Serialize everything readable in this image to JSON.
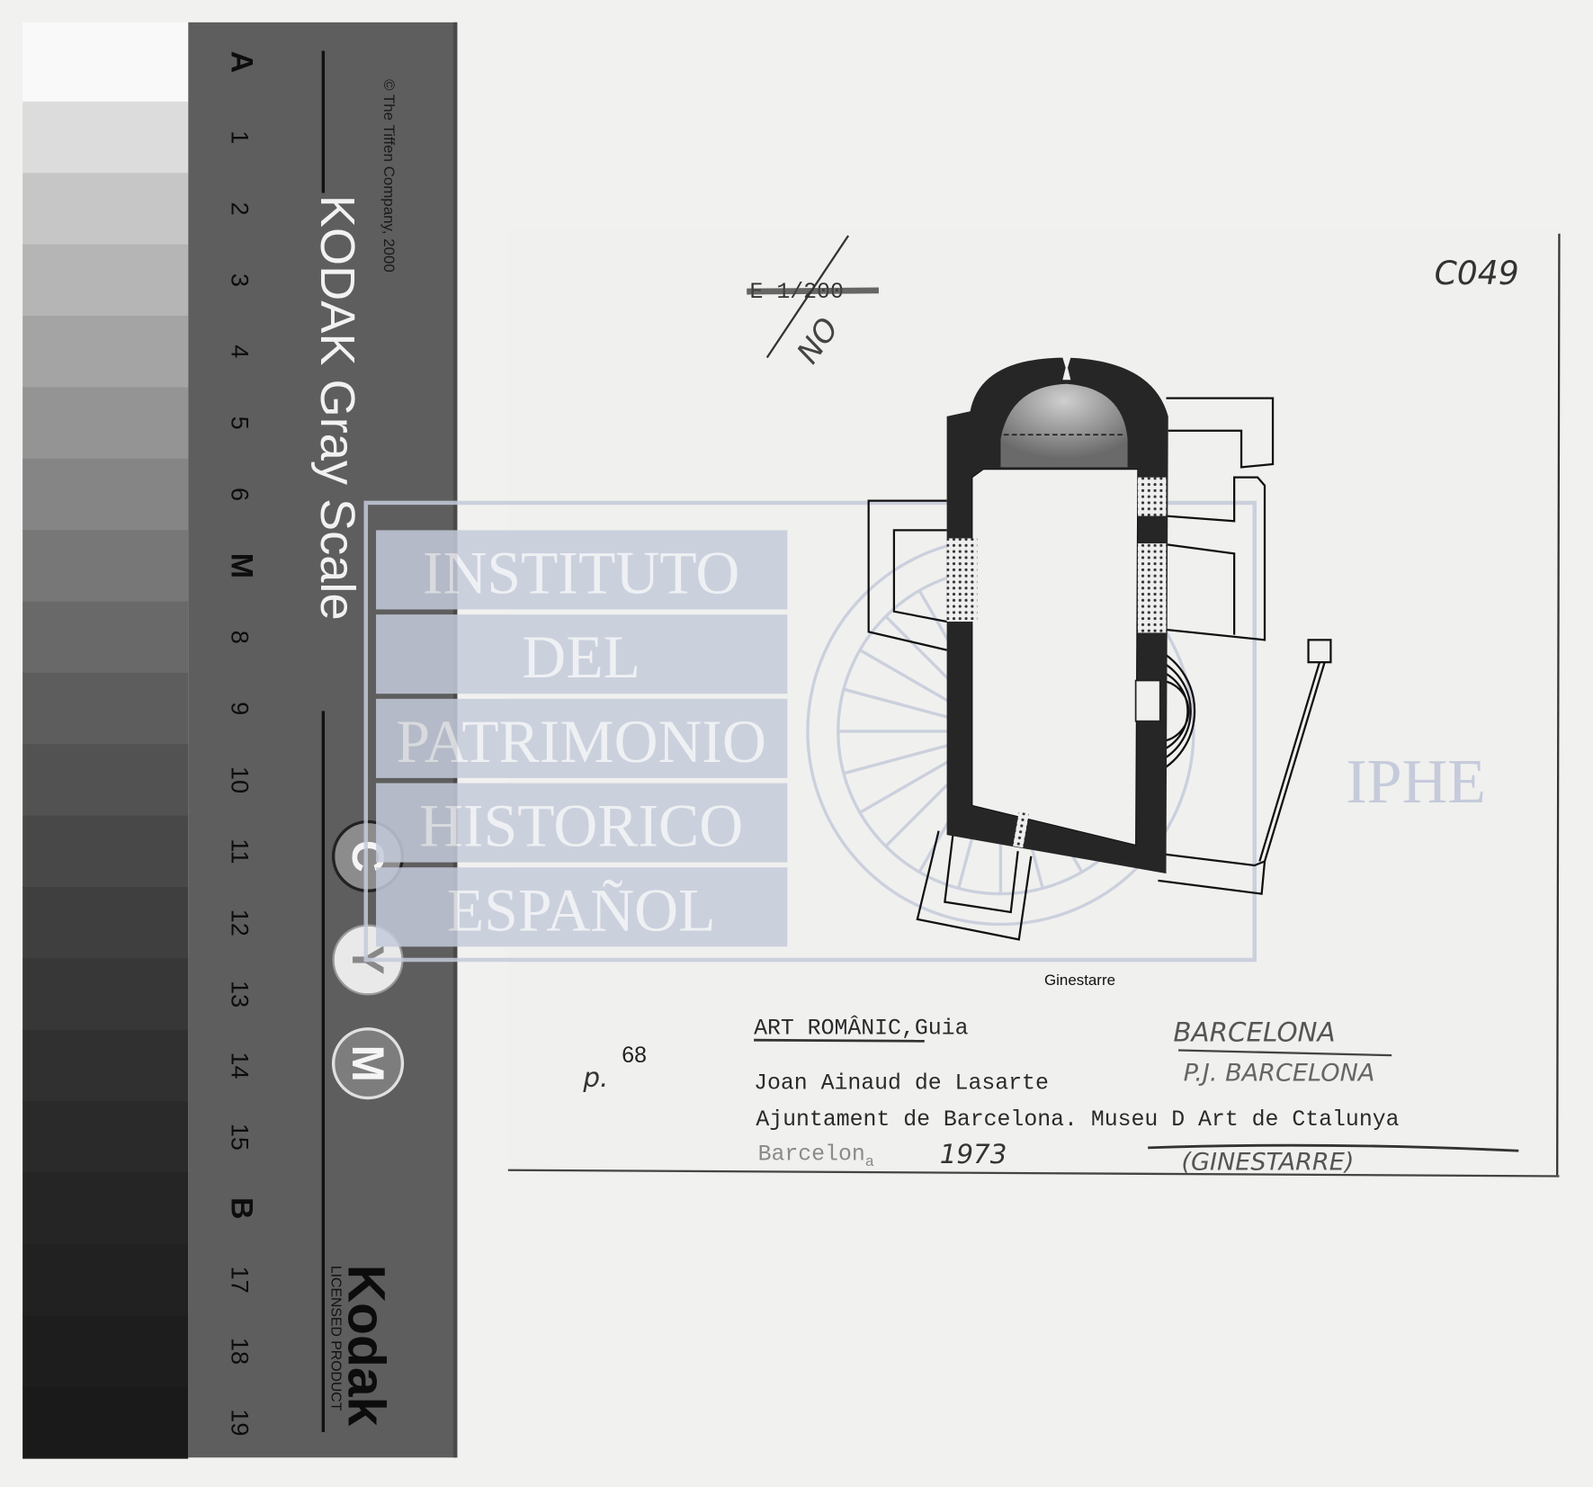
{
  "gray_scale": {
    "copyright": "© The Tiffen Company, 2000",
    "title": "KODAK Gray Scale",
    "brand": "Kodak",
    "licensed": "LICENSED PRODUCT",
    "patches": [
      {
        "label": "A",
        "color": "#f9f9f9",
        "bold": true
      },
      {
        "label": "1",
        "color": "#dcdcdc"
      },
      {
        "label": "2",
        "color": "#c6c6c6"
      },
      {
        "label": "3",
        "color": "#b5b5b5"
      },
      {
        "label": "4",
        "color": "#a4a4a4"
      },
      {
        "label": "5",
        "color": "#949494"
      },
      {
        "label": "6",
        "color": "#858585"
      },
      {
        "label": "M",
        "color": "#777777",
        "bold": true
      },
      {
        "label": "8",
        "color": "#696969"
      },
      {
        "label": "9",
        "color": "#5d5d5d"
      },
      {
        "label": "10",
        "color": "#525252"
      },
      {
        "label": "11",
        "color": "#484848"
      },
      {
        "label": "12",
        "color": "#3f3f3f"
      },
      {
        "label": "13",
        "color": "#373737"
      },
      {
        "label": "14",
        "color": "#303030"
      },
      {
        "label": "15",
        "color": "#2a2a2a"
      },
      {
        "label": "B",
        "color": "#252525",
        "bold": true
      },
      {
        "label": "17",
        "color": "#212121"
      },
      {
        "label": "18",
        "color": "#1d1d1d"
      },
      {
        "label": "19",
        "color": "#1a1a1a"
      }
    ],
    "color_marks": [
      "C",
      "Y",
      "M"
    ]
  },
  "card": {
    "scale_struck": "E 1/200",
    "no_mark": "NO",
    "ref_code": "C049",
    "watermark": {
      "lines": [
        "INSTITUTO",
        "DEL",
        "PATRIMONIO",
        "HISTORICO",
        "ESPAÑOL"
      ],
      "seal": "IPHE",
      "color": "#c5cbdb"
    },
    "plan_caption": "Ginestarre",
    "page_ref_prefix": "p.",
    "page_ref_number": "68",
    "typed": {
      "title": "ART ROMÂNIC",
      "title_suffix": ",Guia",
      "author": "Joan Ainaud de Lasarte",
      "publisher": "Ajuntament de Barcelona.",
      "museum": "Museu D Art de Ctalunya",
      "city": "Barcelon",
      "city_end": "a"
    },
    "handwritten": {
      "province": "BARCELONA",
      "district": "P.J. BARCELONA",
      "year": "1973",
      "place": "(GINESTARRE)"
    }
  }
}
